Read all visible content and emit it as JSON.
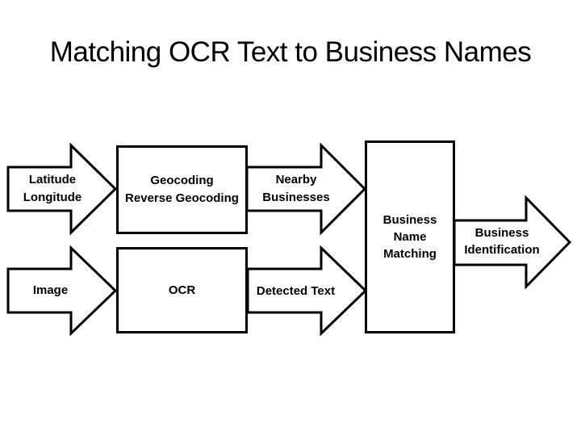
{
  "slide": {
    "title": "Matching OCR Text to Business Names",
    "background_color": "#ffffff",
    "ink_color": "#000000"
  },
  "diagram": {
    "type": "flowchart-block-arrows",
    "row1": {
      "input_arrow": {
        "label": "Latitude\nLongitude"
      },
      "process_box": {
        "label": "Geocoding\nReverse Geocoding"
      },
      "output_arrow": {
        "label": "Nearby\nBusinesses"
      }
    },
    "row2": {
      "input_arrow": {
        "label": "Image"
      },
      "process_box": {
        "label": "OCR"
      },
      "output_arrow": {
        "label": "Detected Text"
      }
    },
    "merge": {
      "process_box": {
        "label": "Business\nName\nMatching"
      },
      "output_arrow": {
        "label": "Business\nIdentification"
      }
    }
  }
}
